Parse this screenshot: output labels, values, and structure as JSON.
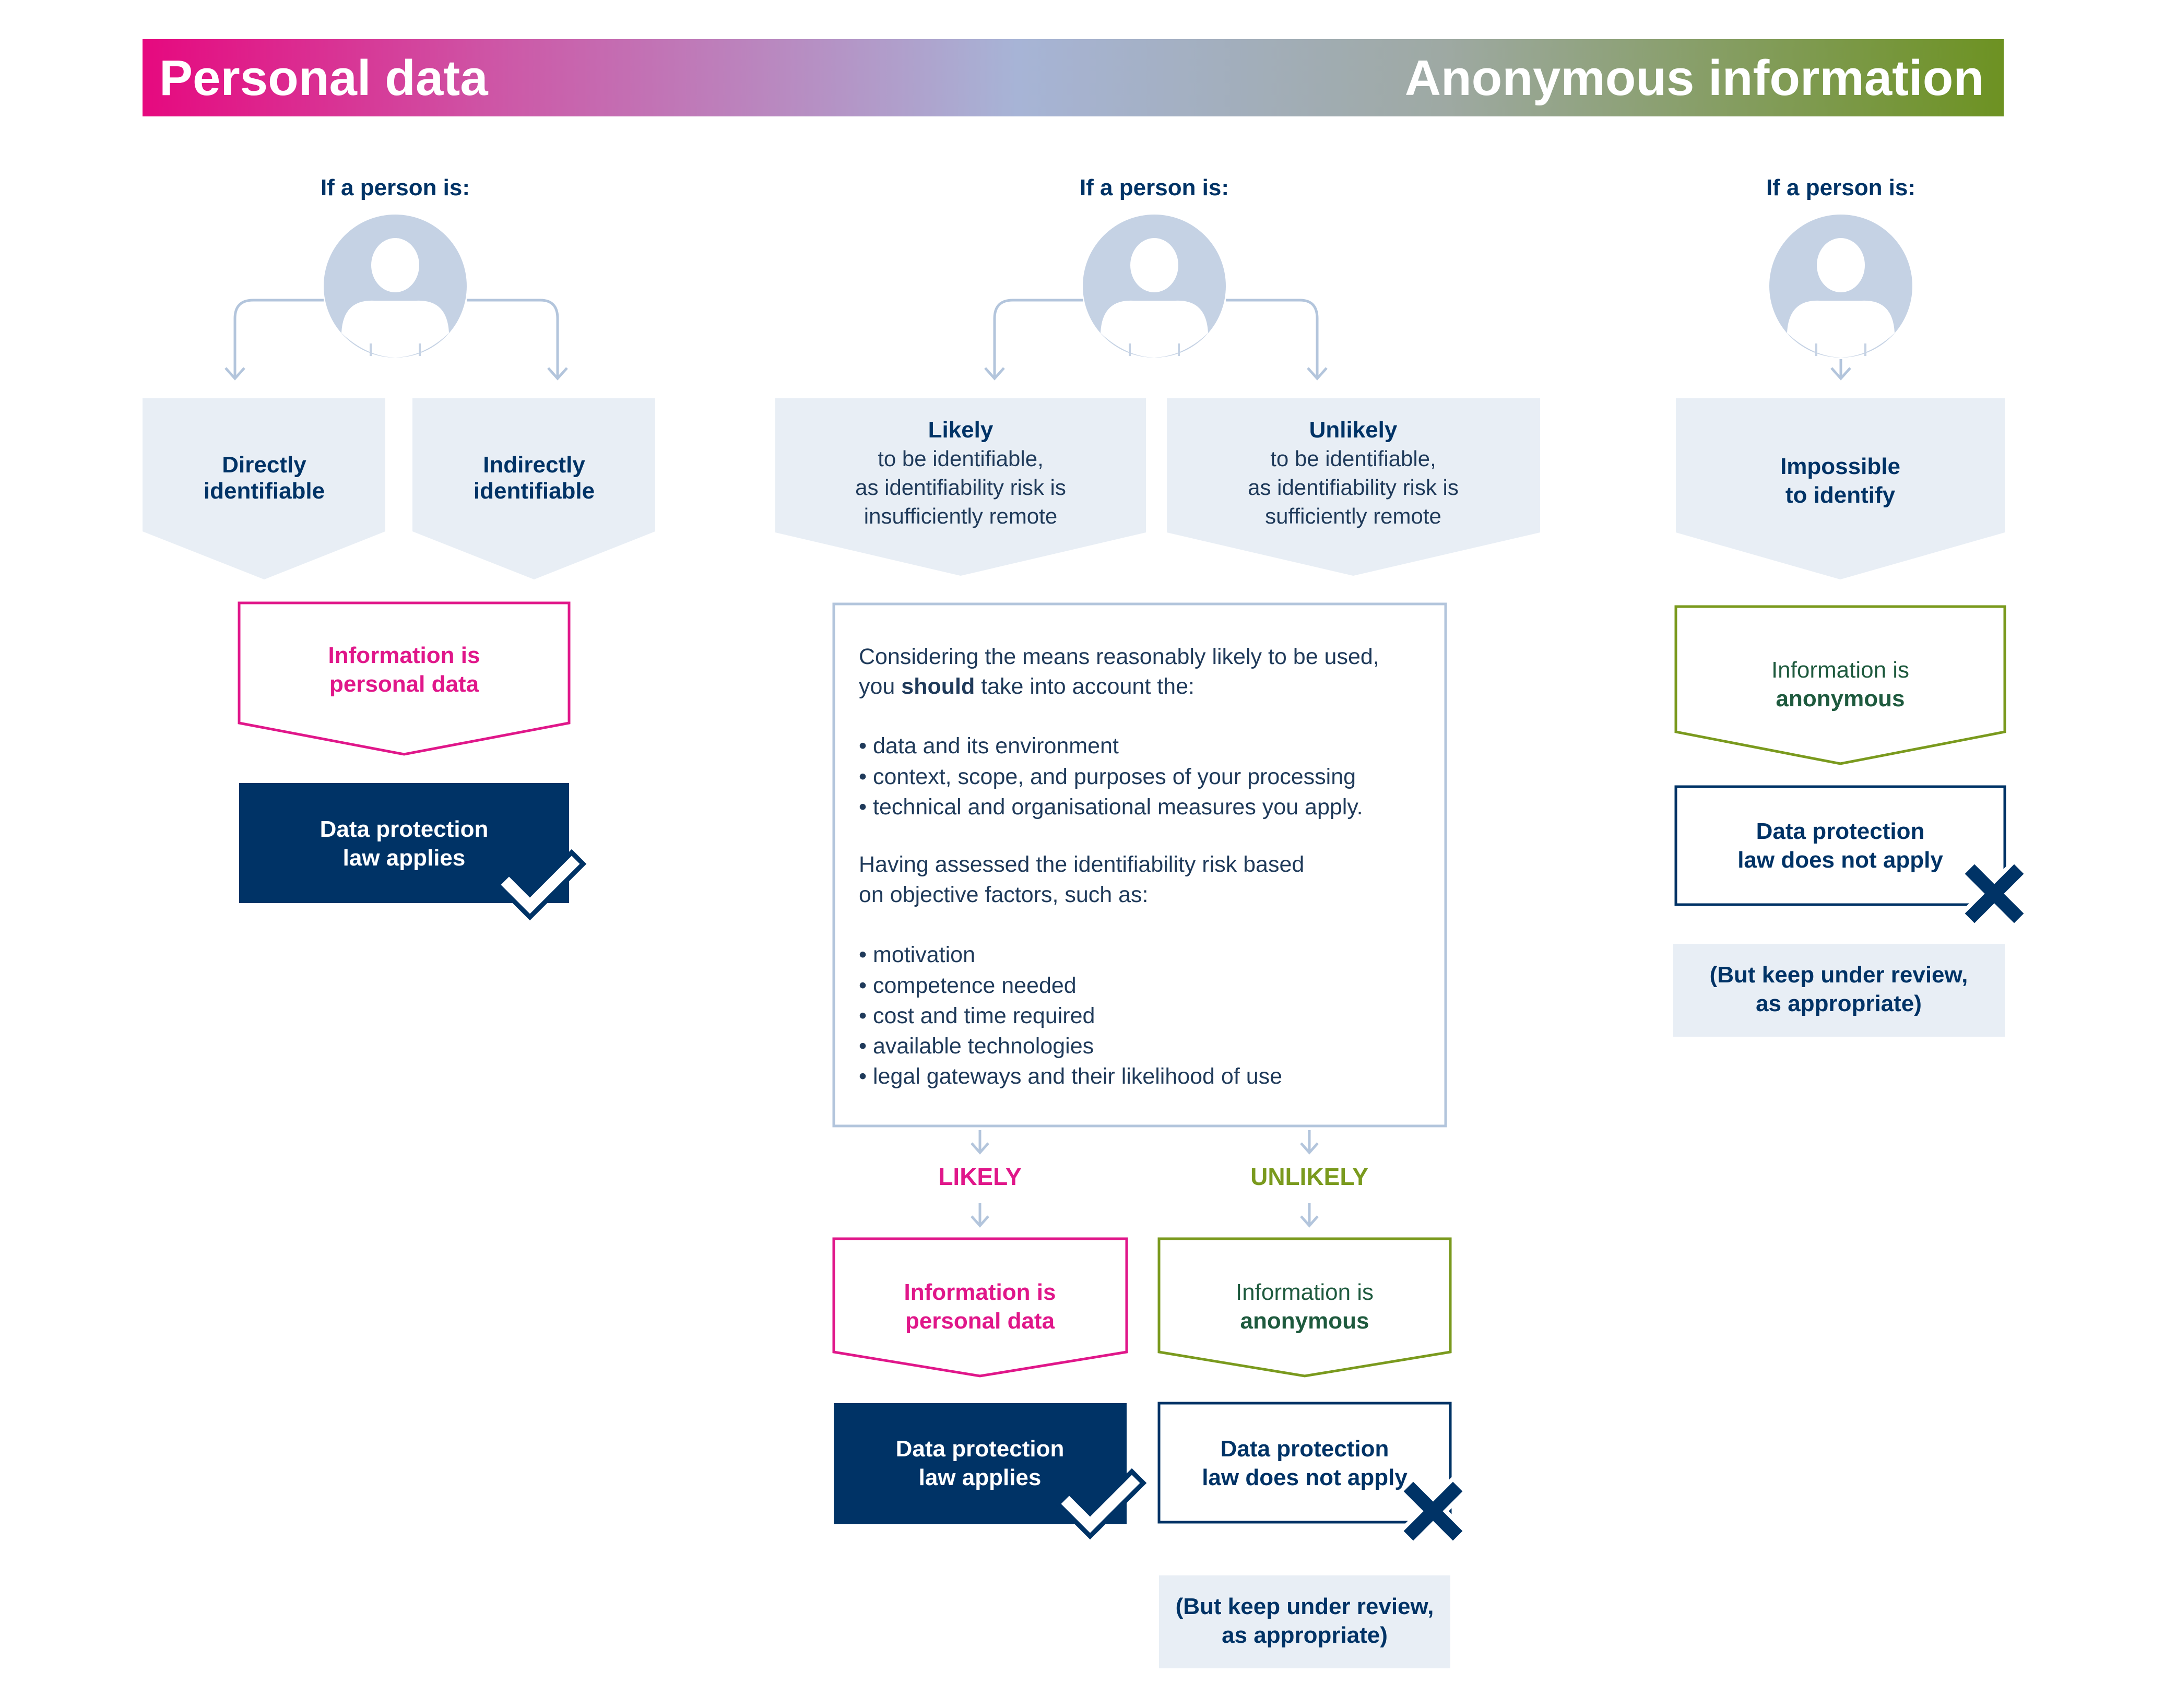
{
  "header": {
    "left_title": "Personal data",
    "right_title": "Anonymous information",
    "gradient_colors": [
      "#e6097f",
      "#a8b7d8",
      "#7a9a1e"
    ]
  },
  "columns": {
    "left": {
      "heading": "If a person is:",
      "options": [
        {
          "line1": "Directly",
          "line2": "identifiable"
        },
        {
          "line1": "Indirectly",
          "line2": "identifiable"
        }
      ],
      "result": {
        "line1": "Information is",
        "line2": "personal data"
      },
      "law": {
        "line1": "Data protection",
        "line2": "law applies",
        "icon": "check-icon"
      }
    },
    "middle": {
      "heading": "If a person is:",
      "options": [
        {
          "title": "Likely",
          "line1": "to be identifiable,",
          "line2": "as identifiability risk is",
          "line3": "insufficiently remote"
        },
        {
          "title": "Unlikely",
          "line1": "to be identifiable,",
          "line2": "as identifiability risk is",
          "line3": "sufficiently remote"
        }
      ],
      "assessment": {
        "intro_line1": "Considering the means reasonably likely to be used,",
        "intro_pre": "you ",
        "intro_bold": "should",
        "intro_post": " take into account the:",
        "list1": [
          "• data and its environment",
          "• context, scope, and purposes of your processing",
          "• technical and organisational measures you apply."
        ],
        "mid_line1": "Having assessed the identifiability risk based",
        "mid_line2": "on objective factors, such as:",
        "list2": [
          "• motivation",
          "• competence needed",
          "• cost and time required",
          "• available technologies",
          "• legal gateways and their likelihood of use"
        ]
      },
      "likely_label": "LIKELY",
      "unlikely_label": "UNLIKELY",
      "likely_result": {
        "line1": "Information is",
        "line2": "personal data"
      },
      "unlikely_result": {
        "line1": "Information is",
        "line2": "anonymous"
      },
      "likely_law": {
        "line1": "Data protection",
        "line2": "law applies",
        "icon": "check-icon"
      },
      "unlikely_law": {
        "line1": "Data protection",
        "line2": "law does not apply",
        "icon": "cross-icon"
      },
      "review_note": {
        "line1": "(But keep under review,",
        "line2": "as appropriate)"
      }
    },
    "right": {
      "heading": "If a person is:",
      "option": {
        "line1": "Impossible",
        "line2": "to identify"
      },
      "result": {
        "line1": "Information is",
        "line2": "anonymous"
      },
      "law": {
        "line1": "Data protection",
        "line2": "law does not apply",
        "icon": "cross-icon"
      },
      "review_note": {
        "line1": "(But keep under review,",
        "line2": "as appropriate)"
      }
    }
  },
  "colors": {
    "navy": "#003366",
    "pink": "#e0178a",
    "olive": "#7a9a1e",
    "pale_blue": "#e8eef5",
    "avatar": "#c5d2e4"
  }
}
